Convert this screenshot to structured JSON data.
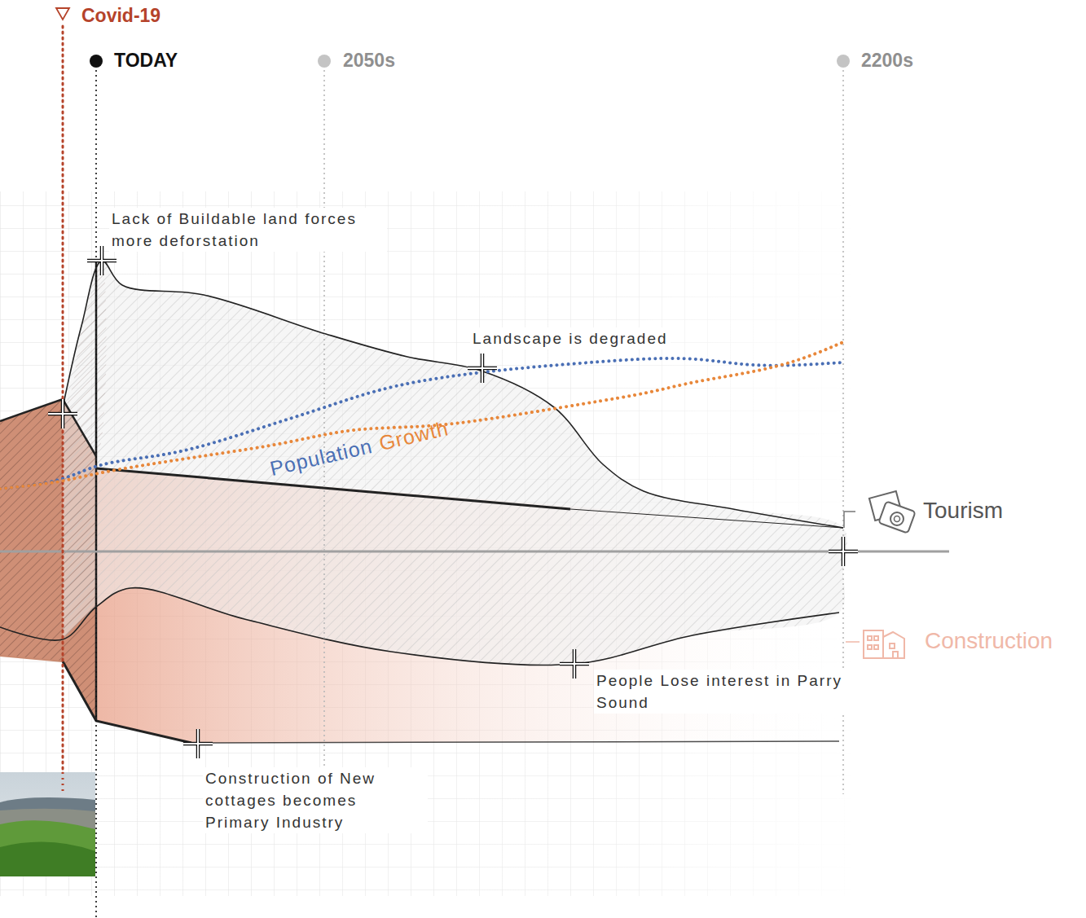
{
  "diagram": {
    "labels": [
      "Covid-19",
      "TODAY",
      "2050s",
      "2200s",
      "Lack of Buildable land forces more deforstation",
      "Landscape is degraded",
      "Population",
      "Growth",
      "Tourism",
      "Construction",
      "People Lose interest in Parry Sound",
      "Construction of New cottages becomes Primary Industry"
    ]
  }
}
